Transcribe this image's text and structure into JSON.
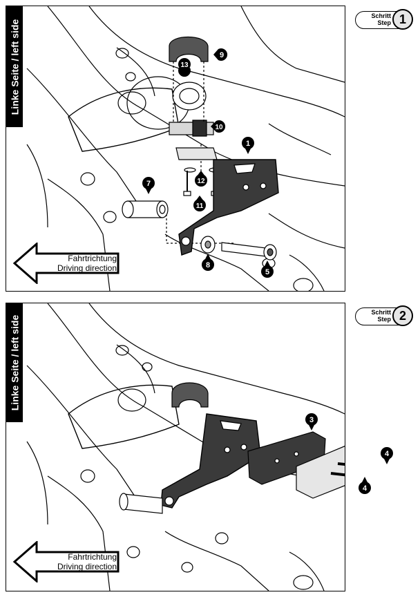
{
  "steps": [
    {
      "side_label": "Linke Seite / left side",
      "step_de": "Schritt",
      "step_en": "Step",
      "step_number": "1",
      "direction_de": "Fahrtrichtung",
      "direction_en": "Driving direction",
      "callouts": [
        "1",
        "5",
        "7",
        "8",
        "9",
        "10",
        "11",
        "12",
        "13"
      ]
    },
    {
      "side_label": "Linke Seite / left side",
      "step_de": "Schritt",
      "step_en": "Step",
      "step_number": "2",
      "direction_de": "Fahrtrichtung",
      "direction_en": "Driving direction",
      "callouts": [
        "3",
        "4",
        "4",
        "*"
      ]
    }
  ],
  "colors": {
    "line": "#000000",
    "part_fill": "#2b2b2b",
    "plate_fill": "#e6e6e6"
  }
}
